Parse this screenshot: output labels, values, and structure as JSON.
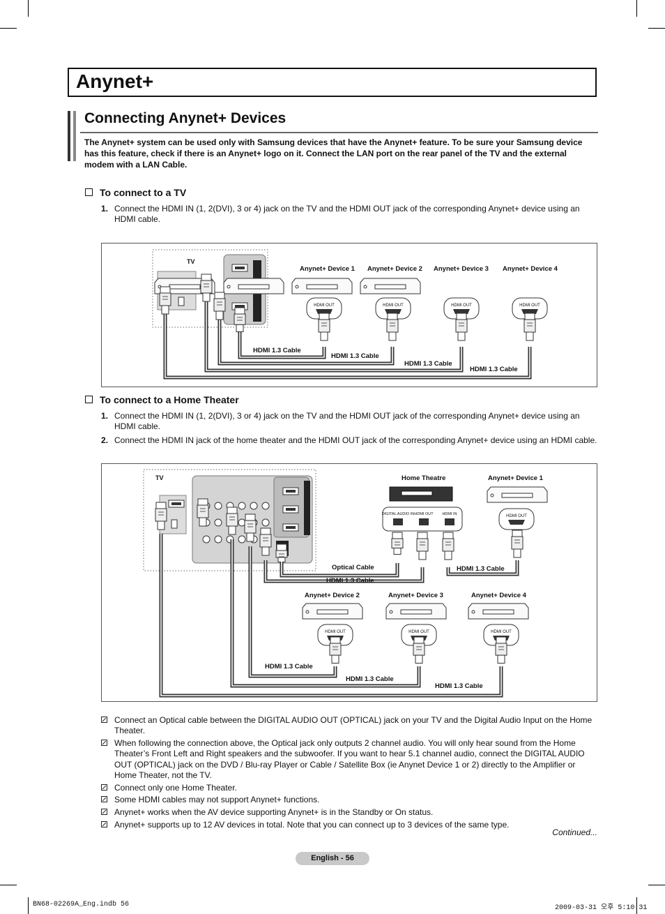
{
  "page_title": "Anynet+",
  "section_title": "Connecting Anynet+ Devices",
  "intro": "The Anynet+ system can be used only with Samsung devices that have the Anynet+ feature. To be sure your Samsung device has this feature, check if there is an Anynet+ logo on it. Connect the LAN port on the rear panel of the TV and the external modem with a LAN Cable.",
  "tv_section": {
    "heading": "To connect to a TV",
    "steps": [
      {
        "num": "1.",
        "text": "Connect the HDMI IN (1, 2(DVI), 3 or 4) jack on the TV and the HDMI OUT jack of the corresponding Anynet+ device using an HDMI cable."
      }
    ],
    "diagram": {
      "tv_label": "TV",
      "devices": [
        "Anynet+ Device 1",
        "Anynet+ Device 2",
        "Anynet+ Device 3",
        "Anynet+ Device 4"
      ],
      "port_label": "HDMI OUT",
      "cables": [
        "HDMI 1.3 Cable",
        "HDMI 1.3 Cable",
        "HDMI 1.3 Cable",
        "HDMI 1.3 Cable"
      ]
    }
  },
  "ht_section": {
    "heading": "To connect to a Home Theater",
    "steps": [
      {
        "num": "1.",
        "text": "Connect the HDMI IN (1, 2(DVI), 3 or 4) jack on the TV and the HDMI OUT jack of the corresponding Anynet+ device using an HDMI cable."
      },
      {
        "num": "2.",
        "text": "Connect the HDMI IN jack of the home theater and the HDMI OUT jack of the corresponding Anynet+ device using an HDMI cable."
      }
    ],
    "diagram": {
      "tv_label": "TV",
      "home_theatre": "Home Theatre",
      "ht_ports": [
        "DIGITAL AUDIO IN",
        "HDMI OUT",
        "HDMI IN"
      ],
      "device1": "Anynet+ Device 1",
      "devices_bottom": [
        "Anynet+ Device 2",
        "Anynet+ Device 3",
        "Anynet+ Device 4"
      ],
      "port_label": "HDMI OUT",
      "optical": "Optical Cable",
      "cables": [
        "HDMI 1.3 Cable",
        "HDMI 1.3 Cable",
        "HDMI 1.3 Cable",
        "HDMI 1.3 Cable",
        "HDMI 1.3 Cable"
      ]
    }
  },
  "notes": [
    "Connect an Optical cable between the DIGITAL AUDIO OUT (OPTICAL) jack on your TV and the Digital Audio Input on the Home Theater.",
    "When following the connection above, the Optical jack only outputs 2 channel audio. You will only hear sound from the Home Theater’s Front Left and Right speakers and the subwoofer. If you want to hear 5.1 channel audio, connect the DIGITAL AUDIO OUT (OPTICAL) jack on the DVD / Blu-ray Player or Cable / Satellite Box (ie Anynet Device 1 or 2) directly to the Amplifier or Home Theater, not the TV.",
    "Connect only one Home Theater.",
    "Some HDMI cables may not support Anynet+ functions.",
    "Anynet+ works when the AV device supporting Anynet+ is in the Standby or On status.",
    "Anynet+ supports up to 12 AV devices in total. Note that you can connect up to 3 devices of the same type."
  ],
  "continued": "Continued...",
  "page_label": "English - 56",
  "footer_left": "BN68-02269A_Eng.indb   56",
  "footer_right": "2009-03-31   오후 5:10:31"
}
